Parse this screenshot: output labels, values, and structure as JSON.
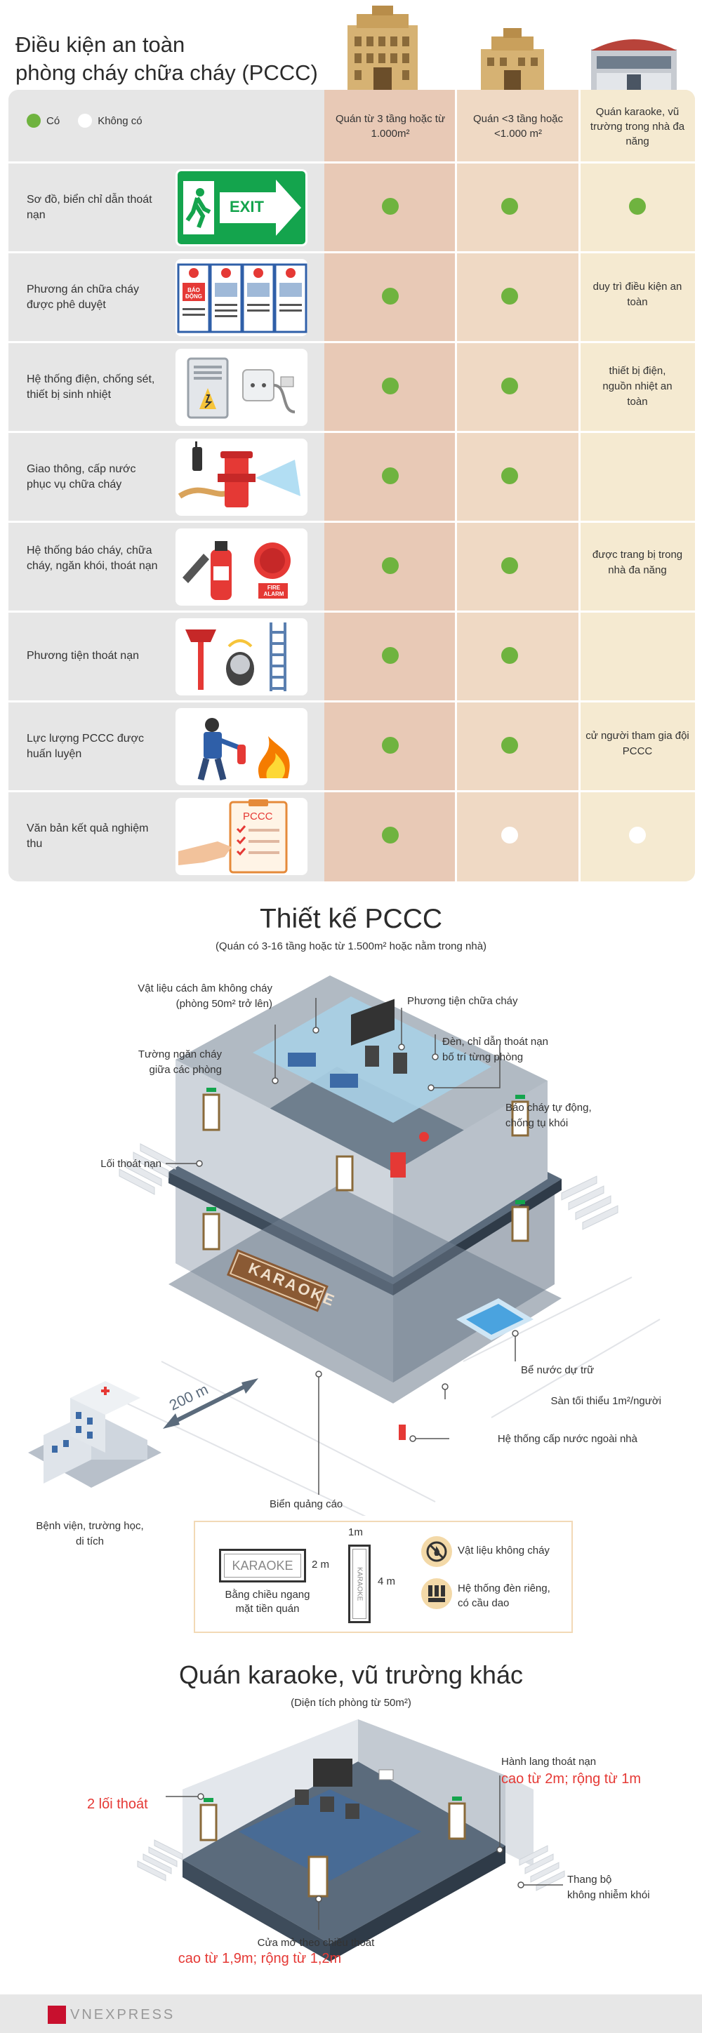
{
  "title": "Điều kiện an toàn\nphòng cháy chữa cháy (PCCC)",
  "legend": {
    "yes": "Có",
    "no": "Không có"
  },
  "columns": [
    "Quán từ 3 tầng hoặc từ 1.000m²",
    "Quán <3 tầng hoặc <1.000 m²",
    "Quán karaoke, vũ trường trong nhà đa năng"
  ],
  "rows": [
    {
      "label": "Sơ đồ, biển chỉ dẫn thoát nạn",
      "a": true,
      "b": true,
      "c_dot": true
    },
    {
      "label": "Phương án chữa cháy được phê duyệt",
      "a": true,
      "b": true,
      "c_text": "duy trì điều kiện an toàn"
    },
    {
      "label": "Hệ thống điện, chống sét, thiết bị sinh nhiệt",
      "a": true,
      "b": true,
      "c_text": "thiết bị điện, nguồn nhiệt an toàn"
    },
    {
      "label": "Giao thông, cấp nước phục vụ chữa cháy",
      "a": true,
      "b": true
    },
    {
      "label": "Hệ thống báo cháy, chữa cháy, ngăn khói, thoát nạn",
      "a": true,
      "b": true,
      "c_text": "được trang bị trong nhà đa năng"
    },
    {
      "label": "Phương tiện thoát nạn",
      "a": true,
      "b": true
    },
    {
      "label": "Lực lượng PCCC được huấn luyện",
      "a": true,
      "b": true,
      "c_text": "cử người tham gia đội PCCC"
    },
    {
      "label": "Văn bản kết quả nghiệm thu",
      "a": true,
      "b": false,
      "c_dot": false
    }
  ],
  "images": {
    "exit": "EXIT",
    "bao_dong": "BÁO ĐỘNG",
    "pccc": "PCCC",
    "fire_alarm": "FIRE ALARM"
  },
  "design": {
    "title": "Thiết kế PCCC",
    "subtitle": "(Quán có 3-16 tầng hoặc từ 1.500m² hoặc nằm trong nhà)",
    "ann": {
      "material": "Vật liệu cách âm không cháy\n(phòng 50m² trở lên)",
      "firewall": "Tường ngăn cháy\ngiữa các phòng",
      "exit": "Lối thoát nạn",
      "equipment": "Phương tiện chữa cháy",
      "lights": "Đèn, chỉ dẫn thoát nạn\nbố trí từng phòng",
      "alarm": "Báo cháy tự động,\nchống tụ khói",
      "tank": "Bể nước dự trữ",
      "floor": "Sàn tối thiểu 1m²/người",
      "hydrant": "Hệ thống cấp nước ngoài nhà",
      "billboard": "Biển quảng cáo",
      "distance": "200 m",
      "hospital": "Bệnh viện, trường học,\ndi tích"
    },
    "sign_text": "KARAOKE",
    "legend": {
      "h_sign": "KARAOKE",
      "h_size": "2 m",
      "h_caption": "Bằng chiều ngang\nmặt tiền quán",
      "v_width": "1m",
      "v_height": "4 m",
      "nonflammable": "Vật liệu không cháy",
      "lighting": "Hệ thống đèn riêng,\ncó cầu dao"
    }
  },
  "other": {
    "title": "Quán karaoke, vũ trường khác",
    "subtitle": "(Diện tích phòng từ 50m²)",
    "two_exits": "2 lối thoát",
    "corridor": "Hành lang thoát nạn",
    "corridor_dim": "cao từ 2m; rộng từ 1m",
    "stairs": "Thang bộ\nkhông nhiễm khói",
    "door": "Cửa mở theo chiều thoát",
    "door_dim": "cao từ 1,9m; rộng từ 1,2m"
  },
  "footer": {
    "brand": "VNEXPRESS"
  },
  "colors": {
    "green": "#6fb33f",
    "red": "#e53935",
    "exit_green": "#14a44d"
  }
}
